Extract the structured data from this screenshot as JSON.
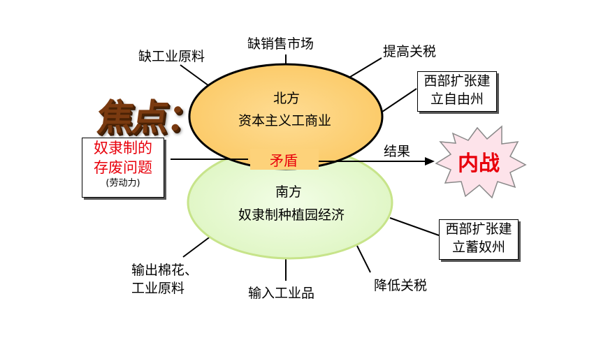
{
  "focus": {
    "label": "焦点："
  },
  "north": {
    "title": "北方",
    "economy": "资本主义工商业"
  },
  "south": {
    "title": "南方",
    "economy": "奴隶制种植园经济"
  },
  "contradiction": "矛盾",
  "result_label": "结果",
  "war": "内战",
  "slavery_issue": {
    "line1": "奴隶制的",
    "line2": "存废问题",
    "note": "(劳动力)"
  },
  "north_needs": {
    "raw_materials": "缺工业原料",
    "market": "缺销售市场",
    "tariff": "提高关税",
    "expansion": {
      "line1": "西部扩张建",
      "line2": "立自由州"
    }
  },
  "south_needs": {
    "export": {
      "line1": "输出棉花、",
      "line2": "工业原料"
    },
    "import": "输入工业品",
    "tariff": "降低关税",
    "expansion": {
      "line1": "西部扩张建",
      "line2": "立蓄奴州"
    }
  },
  "colors": {
    "north_fill": "#fdd27a",
    "south_fill": "#e4f8c8",
    "south_border": "#c7e48a",
    "accent_red": "#e8000b",
    "burst_fill": "#fde3ea",
    "focus_text": "#7a3a10"
  }
}
